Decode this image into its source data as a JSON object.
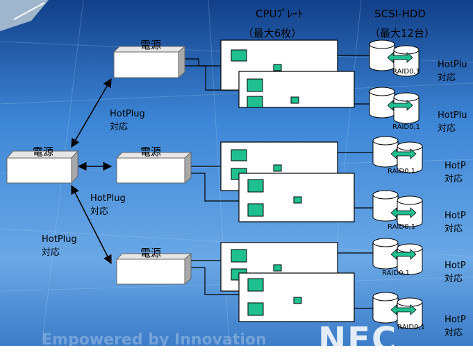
{
  "header": {
    "cpu_title": "CPUﾌﾟﾚｰﾄ",
    "cpu_sub": "（最大6枚）",
    "hdd_title": "SCSI-HDD",
    "hdd_sub": "（最大12台）"
  },
  "power": {
    "main_label": "電源",
    "top_label": "電源",
    "mid_label": "電源",
    "bot_label": "電源"
  },
  "hotplug": {
    "text": "HotPlug",
    "support": "対応"
  },
  "raid_label": "RAID0,1",
  "right_labels": {
    "row1": "HotPlu",
    "row2": "HotPlu",
    "row3": "HotP",
    "row4": "HotP",
    "row5": "HotP",
    "row6": "HotP",
    "support": "対応"
  },
  "footer": {
    "tagline": "Empowered by Innovation",
    "logo": "NEC"
  },
  "colors": {
    "chip_green": "#1fbf8f",
    "background_blue": "#3a7fd0"
  }
}
